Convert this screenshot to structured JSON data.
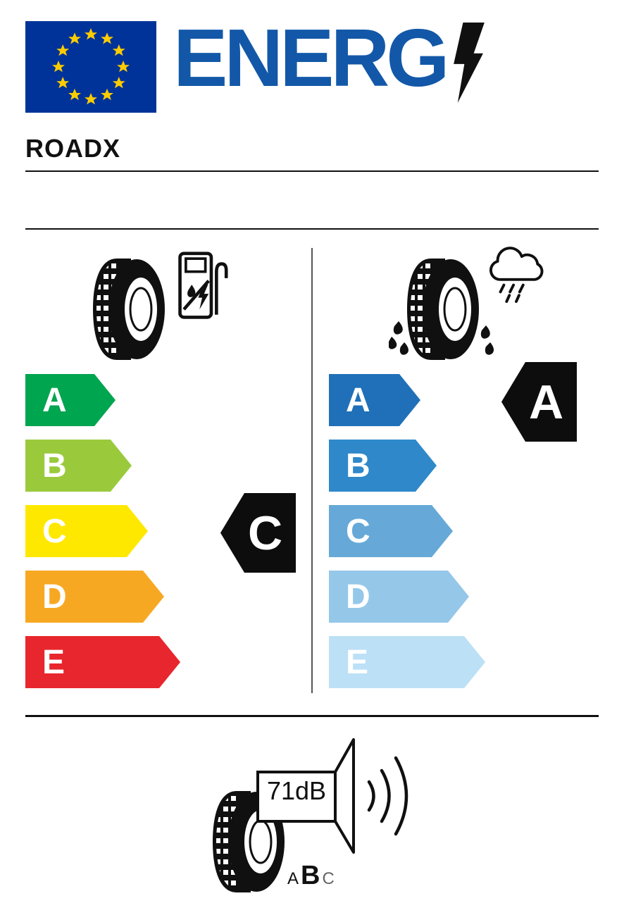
{
  "header": {
    "energy_text": "ENERG",
    "flag_icon": "eu-flag",
    "bolt_icon": "lightning-bolt",
    "energy_color": "#1358A8",
    "flag_blue": "#003399",
    "star_yellow": "#FFCC00"
  },
  "supplier": {
    "name": "ROADX"
  },
  "fuel_efficiency": {
    "icon": "tyre-with-fuel-pump",
    "rating": "C",
    "rating_color": "#0d0d0d",
    "scale": [
      {
        "grade": "A",
        "color": "#00A54F"
      },
      {
        "grade": "B",
        "color": "#9ACA3C"
      },
      {
        "grade": "C",
        "color": "#FFE800"
      },
      {
        "grade": "D",
        "color": "#F7A823"
      },
      {
        "grade": "E",
        "color": "#E8262D"
      }
    ]
  },
  "wet_grip": {
    "icon": "tyre-with-rain-cloud",
    "rating": "A",
    "rating_color": "#0d0d0d",
    "scale": [
      {
        "grade": "A",
        "color": "#1F70B8"
      },
      {
        "grade": "B",
        "color": "#2F88C9"
      },
      {
        "grade": "C",
        "color": "#66A9D8"
      },
      {
        "grade": "D",
        "color": "#95C7E9"
      },
      {
        "grade": "E",
        "color": "#BCE0F6"
      }
    ]
  },
  "noise": {
    "icon": "tyre-with-speaker",
    "value": "71dB",
    "classes": [
      "A",
      "B",
      "C"
    ],
    "rating": "B"
  }
}
